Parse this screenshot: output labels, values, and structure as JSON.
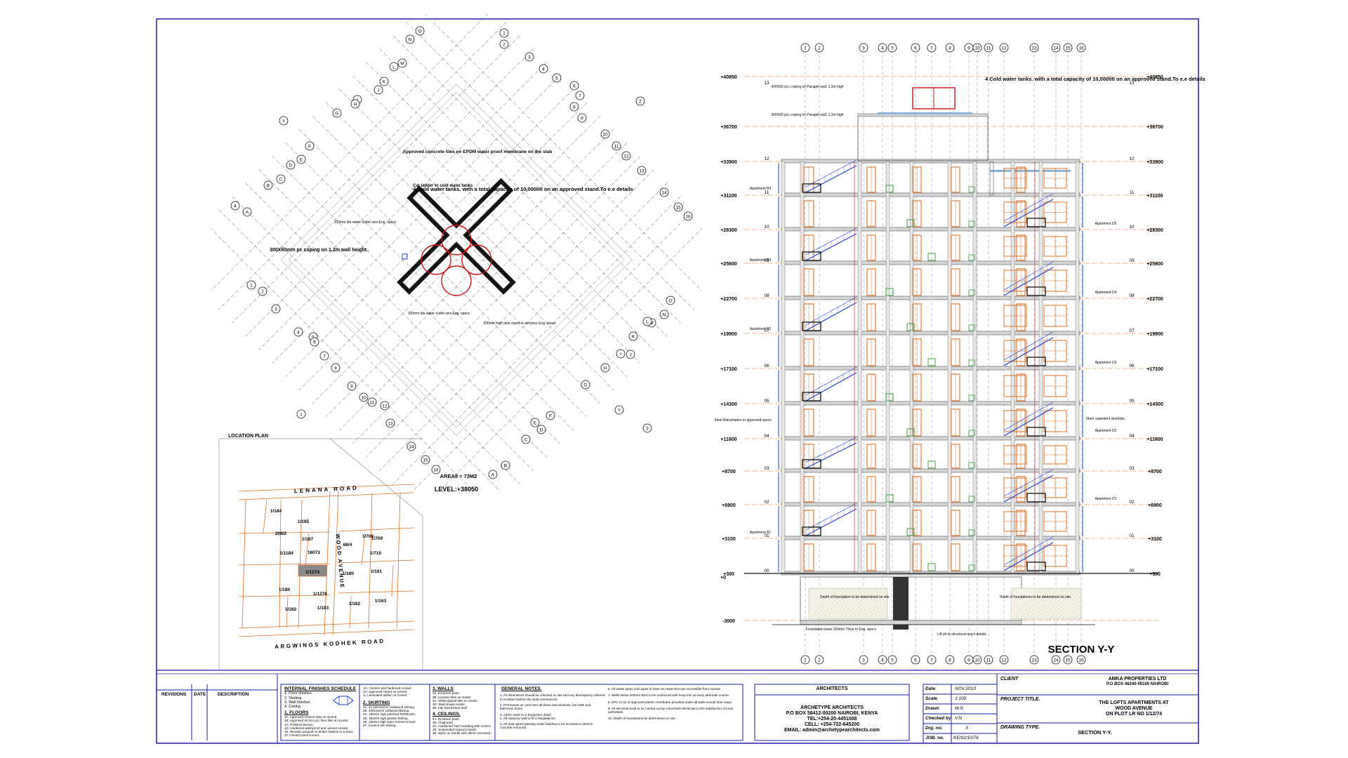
{
  "plan": {
    "callouts": {
      "cat_ladder": "Cat ladder to cold water tanks",
      "concrete_tiles": "Approved concrete tiles on EPDM water proof membrane on the slab",
      "tanks_note": "4 Cold water tanks. with a total capacity of 10,000litl on an approved stand.To e.e details",
      "coping": "300X60mm pc coping on 1.2m wall height .",
      "pipe_left": "100mm dia water outlet serv.Eng. specs",
      "pipe_bottom": "100mm dia water outlet serv.Eng. specs",
      "railing": "300mm high tank stand to services Eng. specs"
    },
    "area": "AREA8 = 73M2",
    "level": "LEVEL:+38050",
    "grid_labels_upper_left": [
      "O",
      "N",
      "M",
      "L",
      "K",
      "J",
      "I",
      "H",
      "G",
      "Y",
      "F",
      "E",
      "D",
      "C",
      "B",
      "A",
      "4"
    ],
    "grid_labels_upper_right": [
      "1",
      "2",
      "3",
      "4",
      "5",
      "6",
      "7",
      "8",
      "9",
      "10",
      "11",
      "12",
      "13",
      "14",
      "15",
      "16",
      "2"
    ],
    "grid_labels_lower_left": [
      "1",
      "2",
      "3",
      "4",
      "5",
      "6",
      "7",
      "8",
      "9",
      "10",
      "11",
      "12",
      "13",
      "14",
      "15",
      "16",
      "1"
    ],
    "grid_labels_lower_right": [
      "O",
      "N",
      "M",
      "L",
      "K",
      "J",
      "I",
      "H",
      "G",
      "Y",
      "F",
      "E",
      "D",
      "C",
      "B",
      "A",
      "3"
    ]
  },
  "location_plan": {
    "title": "LOCATION PLAN",
    "roads": {
      "top": "LENANA ROAD",
      "bottom": "ARGWINGS KODHEK ROAD",
      "side": "WOOD AVENUE"
    },
    "plots": [
      "1/184",
      "1/185",
      "208/2",
      "1/187",
      "1/1184",
      "16071",
      "68/4",
      "1/708",
      "1/709",
      "1/710",
      "1/1274",
      "1/180",
      "1/181",
      "1/180",
      "1/1276",
      "1/182",
      "1/183",
      "1/162",
      "1/163"
    ]
  },
  "section": {
    "title": "SECTION Y-Y",
    "grid_labels": [
      "1",
      "2",
      "3",
      "4",
      "5",
      "6",
      "7",
      "8",
      "9",
      "10",
      "11",
      "12",
      "13",
      "14",
      "15",
      "16"
    ],
    "levels_left": [
      "+40850",
      "+36700",
      "+33900",
      "+31100",
      "+28300",
      "+25600",
      "+22700",
      "+19900",
      "+17100",
      "+14300",
      "+11600",
      "+8700",
      "+6900",
      "+3100",
      "+300",
      "+0",
      "-3000"
    ],
    "levels_right": [
      "+40850",
      "+36700",
      "+33900",
      "+31100",
      "+28300",
      "+25600",
      "+22700",
      "+19900",
      "+17100",
      "+14300",
      "+11600",
      "+8700",
      "+6900",
      "+3100",
      "+300"
    ],
    "floor_numbers": [
      "13",
      "12",
      "11",
      "10",
      "09",
      "08",
      "07",
      "06",
      "05",
      "04",
      "03",
      "02",
      "01",
      "00"
    ],
    "notes": {
      "tanks": "4 Cold water tanks. with a total capacity of 10,000litl on an approved stand.To e.e details",
      "coping_1": "300X60 pcc coping on Parapet wall, 1.2m high",
      "coping_2": "300X60 pcc coping on Parapet wall, 1.2m high",
      "steel_balustrades": "Steel Balustrades to approved specs",
      "steel_windows": "Steel casement windows.",
      "foundation_left": "Depth of foundation to be determined on site.",
      "foundation_right": "Depth of foundations to be determined on site.",
      "foundation_base": "Lift pit to structural eng's details",
      "foundation_note": "Foundation base 150mm Thick to Eng. specs",
      "apartments": [
        "Apartment B4",
        "Apartment B3",
        "Apartment B2",
        "Apartment B1",
        "Apartment D5",
        "Apartment D4",
        "Apartment D3",
        "Apartment D2",
        "Apartment D1"
      ]
    }
  },
  "title_block": {
    "revisions": "REVISIONS",
    "date": "DATE",
    "description": "DESCRIPTION",
    "finishes": {
      "title": "INTERNAL FINISHES SCHEDULE",
      "items": [
        "1. Floor finishes",
        "2. Skirting",
        "3. Wall finishes",
        "4. Ceiling"
      ],
      "floors_title": "1. FLOORS",
      "floors": [
        "1A. Approved ceramic tiles on screed.",
        "1B. Approved 10 mm pcc floor tiles on screed.",
        "1C. Polished terrazo",
        "1D. Hardened waterproof and cement screed.",
        "1E. Wooden parquet on timber battens in screed.",
        "1F. Cement sand screed."
      ],
      "col2": [
        "1G. Cement and hardened screed.",
        "1H. Approved carpet on screed.",
        "1I. Laminated timber on screed."
      ],
      "skirting_title": "2. SKIRTING",
      "skirting": [
        "2A. 4x 100x15mm hardwood skirting.",
        "2B. 100x15mm softwood skirting.",
        "2C. 150mm high polished TERRAZO.",
        "2D. 150mm high granite skirting.",
        "2E. 150mm high sand cement screed.",
        "2F. Ceramic tile skirting."
      ],
      "walls_title": "3. WALLS",
      "walls": [
        "3A. Emulsion paint.",
        "3B. Ceramic tiles on render.",
        "3C. White glazed tiles on render.",
        "3D. Steel trowel render.",
        "3E. Fair faced block wall."
      ],
      "ceilings_title": "4. CEILINGS.",
      "ceilings": [
        "4A. Emulsion paint.",
        "4B. Chipboard.",
        "4C. Hardwood T&G boarding with cornice",
        "4D. Suspended Gypsum board.",
        "4E. Nyloc on render with 35mm recessed."
      ]
    },
    "general_notes": {
      "title": "GENERAL NOTES.",
      "left": [
        "1. All dimensions should be checked on site and any discrepancy referred to Architect before the work commences.",
        "2. Permanent air vent over all doors and windows, but toilet and bathroom doors.",
        "3. All RC work to S.Engineers detail.",
        "4. All masonry wall to M.O.Regulations.",
        "5. All drain pipes passing under building to be encased in 150mm concrete surround."
      ],
      "right": [
        "6. All waste pipes (soil pipes to have an inspection eye accessible from outside.",
        "7. Walls below 200mm thick to be reinforced with hoop iron at every alternate course.",
        "8. DPC to be of approved plastic membrane provided under all walls except door ways.",
        "9. All electrical work to be carried out by a licensed electrician to the satisfaction of local authorities.",
        "10. Depth of foundations be determined on site."
      ]
    },
    "architects": {
      "title": "ARCHITECTS",
      "name": "ARCHETYPE ARCHITECTS",
      "box": "P.O BOX 58412-00200 NAIROBI, KENYA",
      "tel": "TEL:+254-20-4451008",
      "cell": "CELL: +254-722-645200",
      "email": "EMAIL: admin@archetypearchitects.com"
    },
    "meta": {
      "date_label": "Date",
      "date": "NOV.2013",
      "scale_label": "Scale",
      "scale": "1:100",
      "drawn_label": "Drawn",
      "drawn": "M.N",
      "checked_label": "Checked by",
      "checked": "V.N",
      "drg_label": "Drg. no.",
      "drg": "3",
      "job_label": "JOB. no.",
      "job": "KE/02/10/76"
    },
    "client_label": "CLIENT",
    "client": "AMKA PROPERTIES LTD",
    "client_box": "P.O BOX 46240-00100 NAIROBI",
    "project_label": "PROJECT TITLE.",
    "project": "THE LOFTS APARTMENTS AT",
    "project_2": "WOOD AVENUE",
    "project_3": "ON PLOT LR NO 1/12/74",
    "drawing_type_label": "DRAWING TYPE.",
    "drawing_type": "SECTION Y-Y."
  },
  "colors": {
    "border": "#1a1aa0",
    "grid": "#8f8f8f",
    "orange": "#e07020",
    "red": "#cc1111",
    "blue": "#1a3cd0",
    "green": "#2c9a2c"
  }
}
